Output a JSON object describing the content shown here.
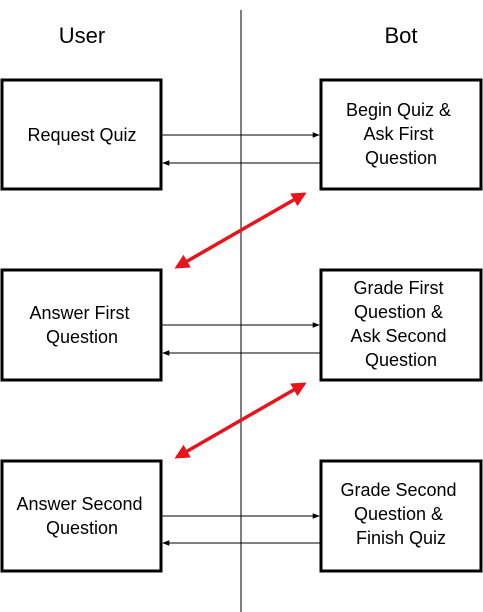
{
  "headers": {
    "user": "User",
    "bot": "Bot"
  },
  "steps": [
    {
      "user_lines": [
        "Request Quiz"
      ],
      "bot_lines": [
        "Begin Quiz &",
        "Ask First",
        "Question"
      ]
    },
    {
      "user_lines": [
        "Answer First",
        "Question"
      ],
      "bot_lines": [
        "Grade First",
        "Question &",
        "Ask Second",
        "Question"
      ]
    },
    {
      "user_lines": [
        "Answer Second",
        "Question"
      ],
      "bot_lines": [
        "Grade Second",
        "Question &",
        "Finish Quiz"
      ]
    }
  ],
  "colors": {
    "line": "#000000",
    "transition_arrow": "#e8131b"
  }
}
